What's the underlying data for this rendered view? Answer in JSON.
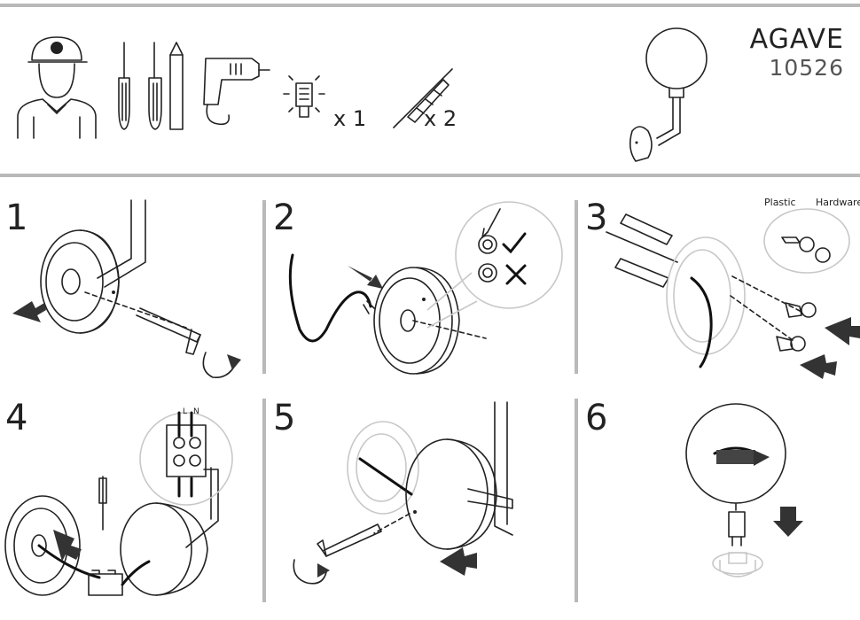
{
  "product": {
    "brand": "AGAVE",
    "code": "10526"
  },
  "tools": {
    "bulb_qty": "x 1",
    "anchor_qty": "x 2"
  },
  "steps": [
    {
      "number": "1"
    },
    {
      "number": "2"
    },
    {
      "number": "3",
      "labels": [
        "Plastic",
        "Hardware"
      ]
    },
    {
      "number": "4",
      "terminal_labels": [
        "L",
        "N"
      ]
    },
    {
      "number": "5"
    },
    {
      "number": "6"
    }
  ],
  "colors": {
    "rule": "#b9b9b9",
    "line": "#222222",
    "ghost": "#c8c8c8"
  }
}
